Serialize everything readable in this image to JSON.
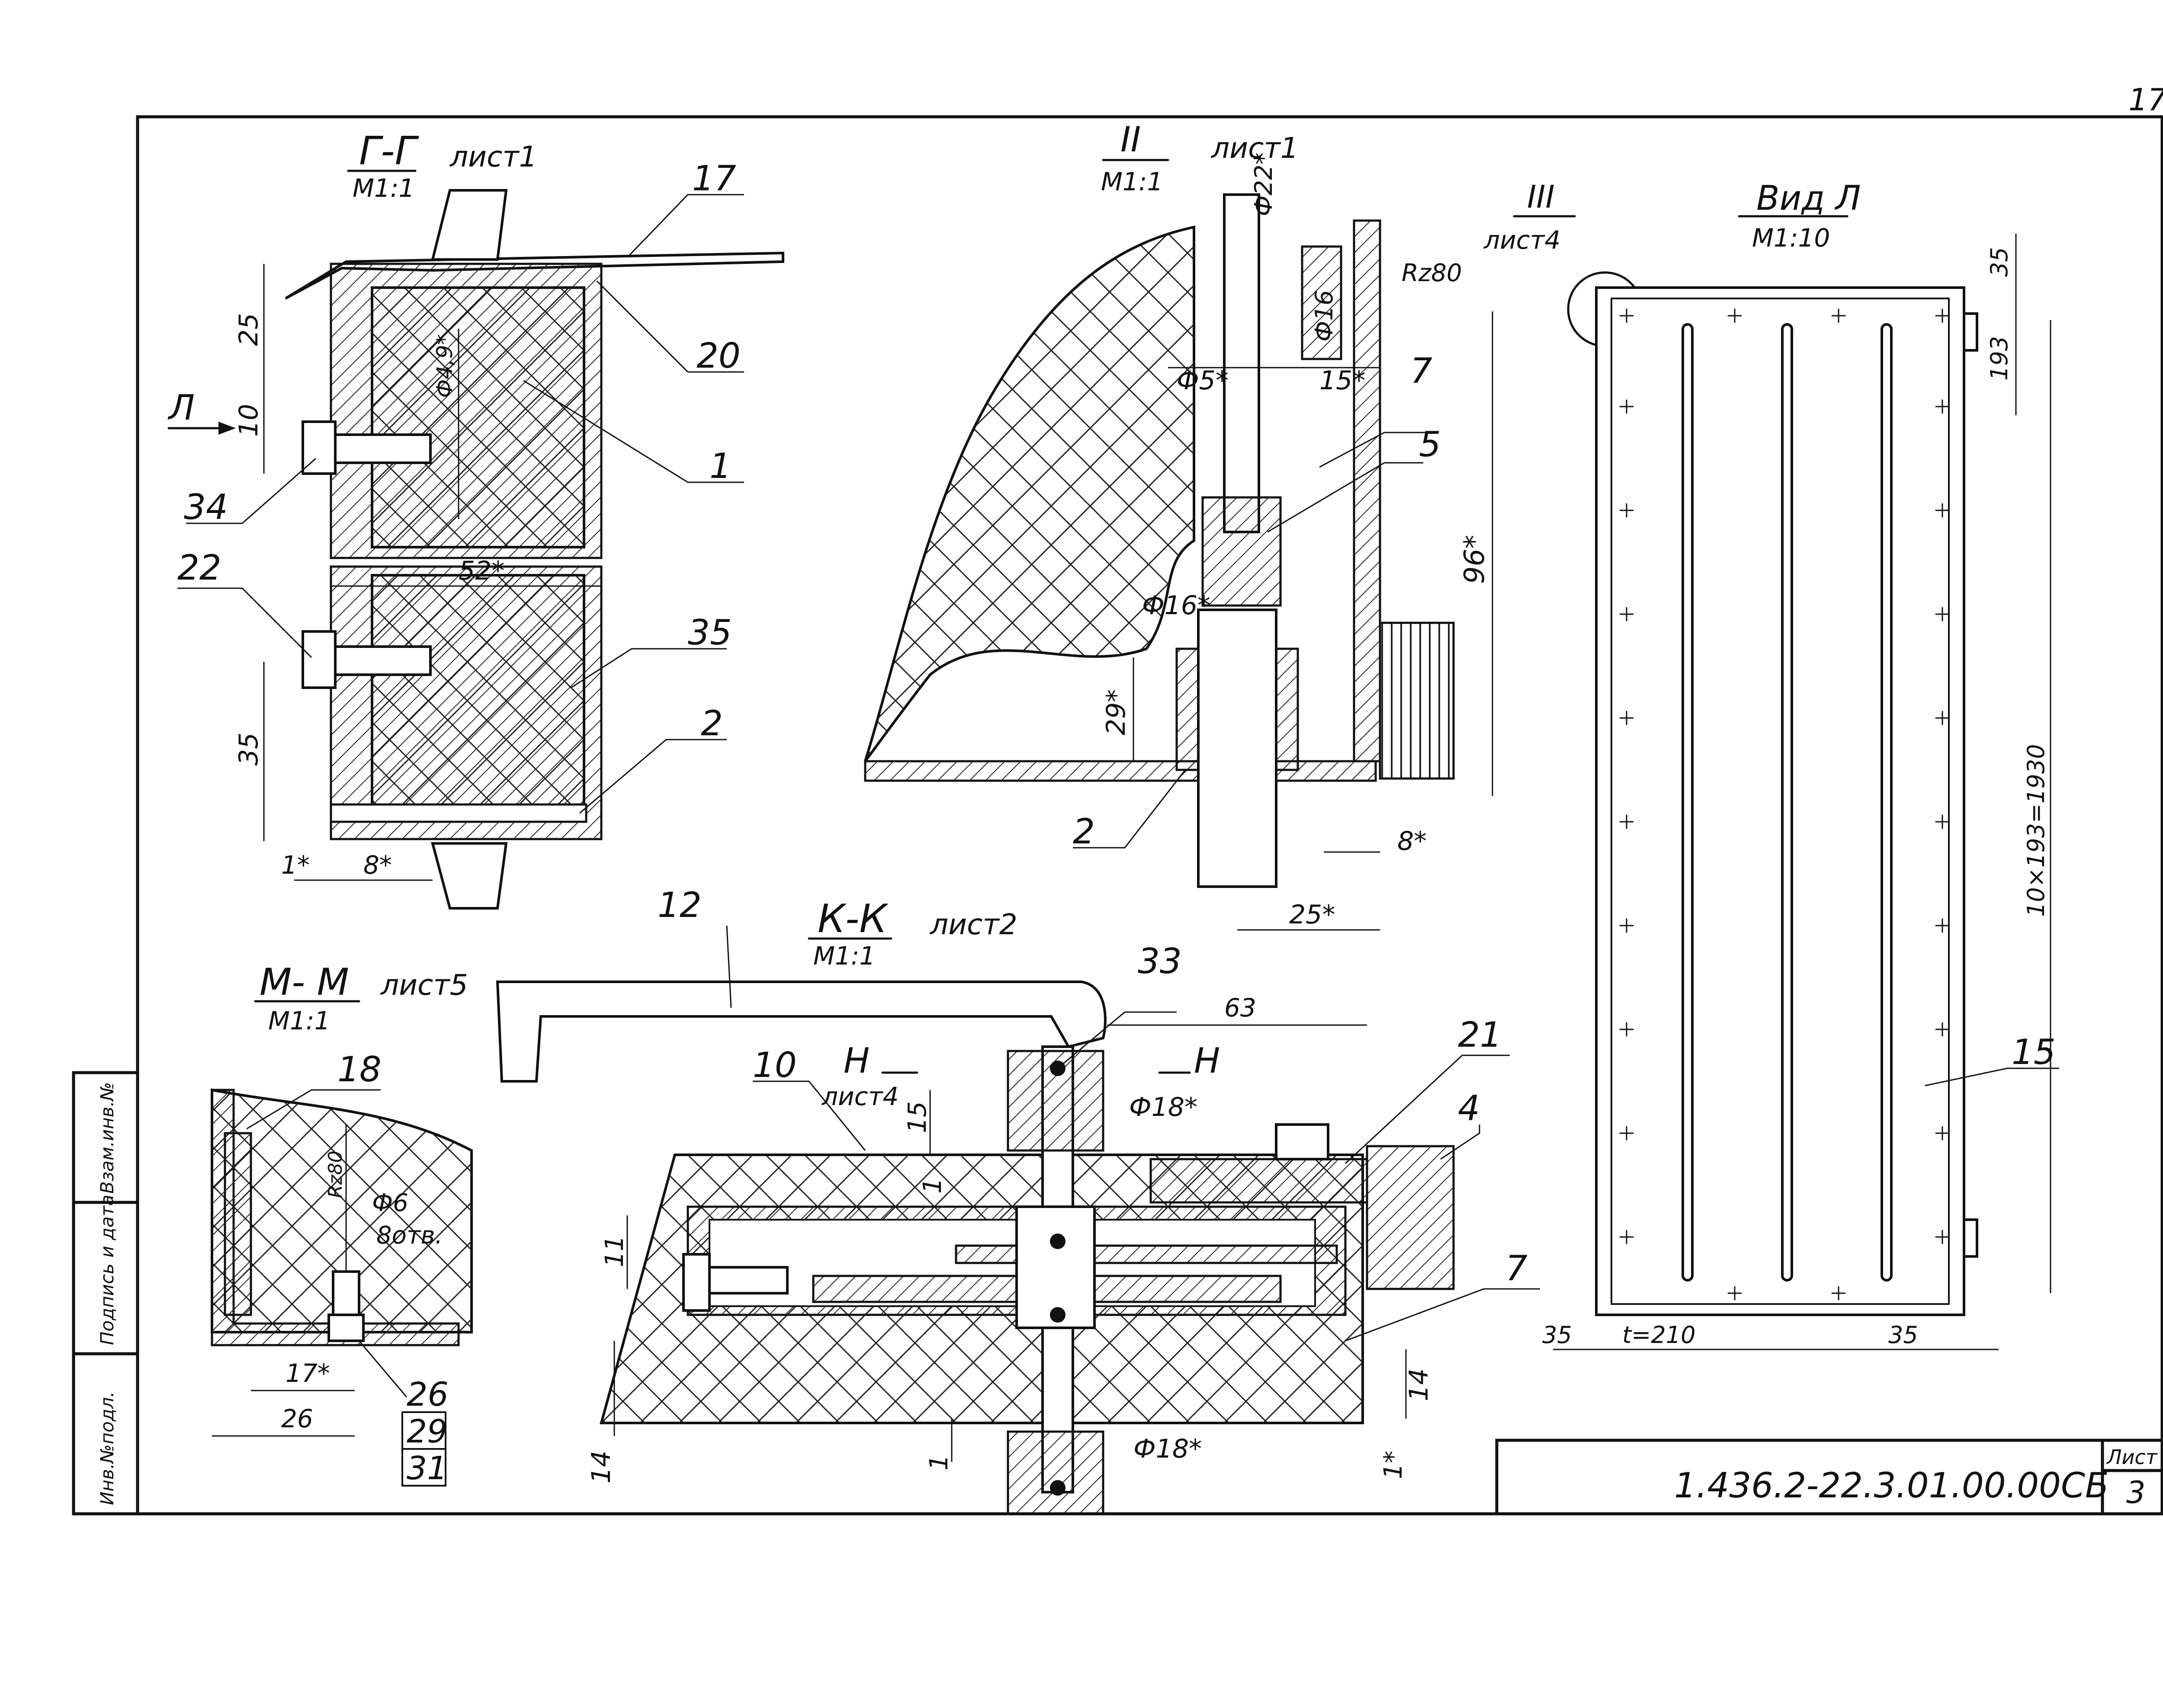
{
  "page_number": "17",
  "stamp": {
    "doc_code": "1.436.2-22.3.01.00.00СБ",
    "sheet_header": "Лист",
    "sheet_no": "3"
  },
  "side_stamp": {
    "inv_orig": "Инв.№подл.",
    "sign_date": "Подпись и дата",
    "replace_inv": "Взам.инв.№"
  },
  "views": {
    "gg": {
      "title": "Г-Г",
      "scale": "М1:1",
      "sheet_ref": "лист1"
    },
    "ii": {
      "title": "II",
      "scale": "М1:1",
      "sheet_ref": "лист1"
    },
    "iii": {
      "title": "III",
      "sheet_ref": "лист4"
    },
    "view_l": {
      "title": "Вид Л",
      "scale": "М1:10",
      "direction_mark": "Л"
    },
    "kk": {
      "title": "К-К",
      "scale": "М1:1",
      "sheet_ref": "лист2"
    },
    "mm": {
      "title": "М- М",
      "scale": "М1:1",
      "sheet_ref": "лист5"
    },
    "nn": {
      "mark": "Н",
      "sheet_ref": "лист4"
    }
  },
  "callouts": {
    "p1": "1",
    "p2": "2",
    "p4": "4",
    "p5": "5",
    "p7": "7",
    "p7b": "7",
    "p10": "10",
    "p12": "12",
    "p15": "15",
    "p17": "17",
    "p18": "18",
    "p20": "20",
    "p21": "21",
    "p22": "22",
    "p26": "26",
    "p29": "29",
    "p31": "31",
    "p33": "33",
    "p34": "34",
    "p35": "35"
  },
  "dims": {
    "gg_25": "25",
    "gg_10": "10",
    "gg_phi49": "Ф4,9*",
    "gg_52": "52*",
    "gg_35": "35",
    "gg_1": "1*",
    "gg_8": "8*",
    "ii_phi22": "Ф22*",
    "ii_phi16a": "Ф16",
    "ii_rz": "Rz80",
    "ii_phi5": "Ф5*",
    "ii_15": "15*",
    "ii_96": "96*",
    "ii_phi16b": "Ф16*",
    "ii_29": "29*",
    "ii_8": "8*",
    "ii_25": "25*",
    "vl_35top": "35",
    "vl_193": "193",
    "vl_total": "10×193=1930",
    "vl_35l": "35",
    "vl_t": "t=210",
    "vl_35r": "35",
    "kk_63": "63",
    "kk_15": "15",
    "kk_phi18a": "Ф18*",
    "kk_11": "11",
    "kk_1a": "1",
    "kk_14l": "14",
    "kk_14r": "14",
    "kk_1b": "1",
    "kk_1c": "1*",
    "kk_phi18b": "Ф18*",
    "mm_rz": "Rz80",
    "mm_phi6": "Ф6",
    "mm_holes": "8отв.",
    "mm_17": "17*",
    "mm_26": "26"
  }
}
